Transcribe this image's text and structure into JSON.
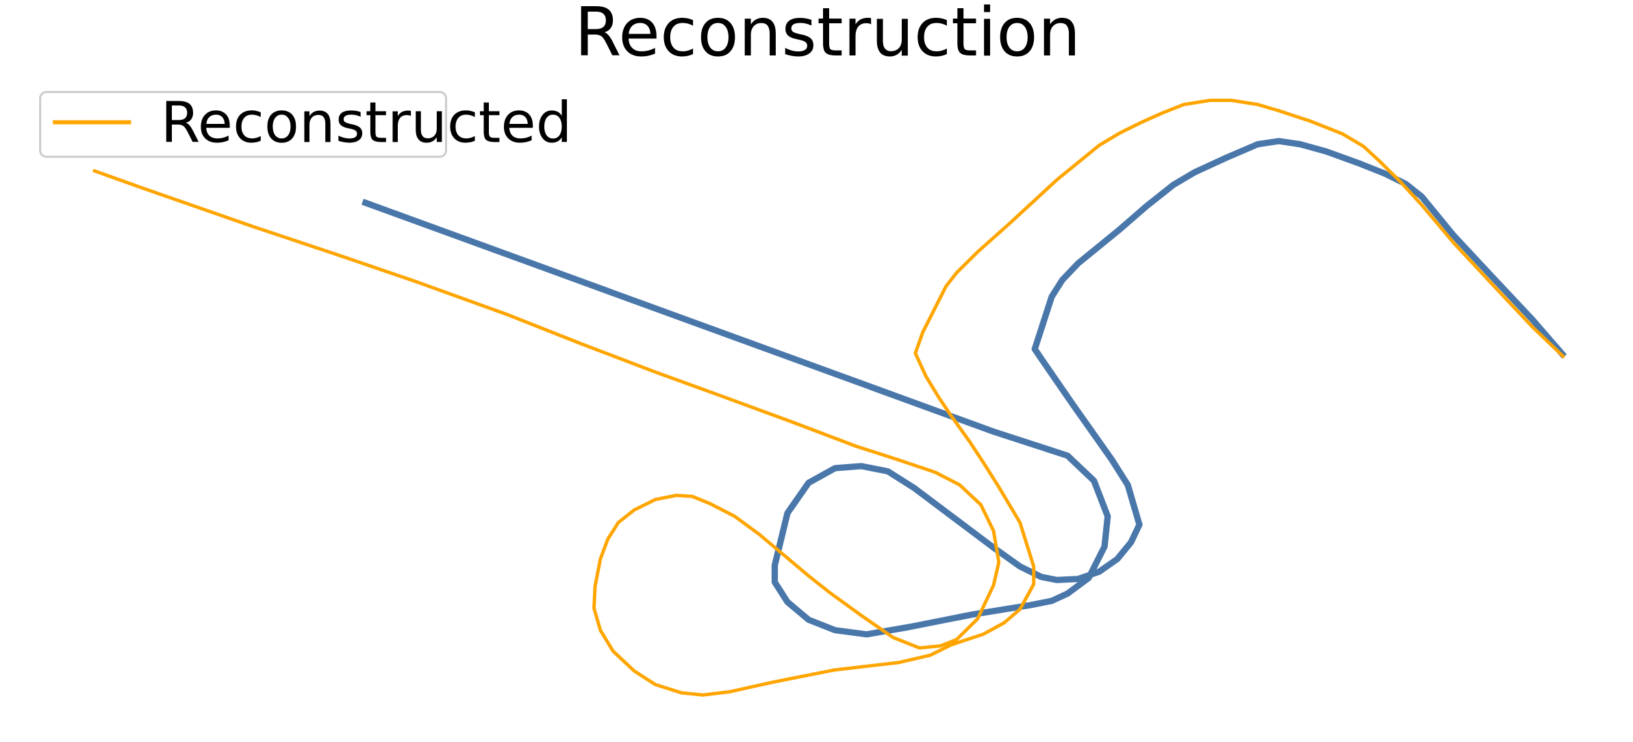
{
  "chart_data": {
    "type": "line",
    "title": "Reconstruction",
    "xlabel": "",
    "ylabel": "",
    "axes_visible": false,
    "grid": false,
    "legend": {
      "placement": "top-left",
      "entries": [
        "Reconstructed"
      ]
    },
    "xlim": [
      0,
      1545
    ],
    "ylim": [
      710,
      0
    ],
    "series": [
      {
        "color": "#4a77aa",
        "points": [
          [
            343,
            193
          ],
          [
            940,
            413
          ],
          [
            1010,
            436
          ],
          [
            1035,
            460
          ],
          [
            1048,
            494
          ],
          [
            1045,
            523
          ],
          [
            1030,
            553
          ],
          [
            1010,
            568
          ],
          [
            995,
            575
          ],
          [
            975,
            579
          ],
          [
            920,
            588
          ],
          [
            860,
            600
          ],
          [
            820,
            607
          ],
          [
            790,
            603
          ],
          [
            765,
            593
          ],
          [
            745,
            576
          ],
          [
            733,
            557
          ],
          [
            733,
            541
          ],
          [
            745,
            491
          ],
          [
            765,
            462
          ],
          [
            790,
            448
          ],
          [
            815,
            446
          ],
          [
            840,
            451
          ],
          [
            865,
            467
          ],
          [
            940,
            524
          ],
          [
            965,
            542
          ],
          [
            985,
            552
          ],
          [
            1000,
            555
          ],
          [
            1020,
            554
          ],
          [
            1040,
            547
          ],
          [
            1057,
            535
          ],
          [
            1070,
            519
          ],
          [
            1078,
            502
          ],
          [
            1067,
            464
          ],
          [
            1052,
            440
          ],
          [
            1015,
            387
          ],
          [
            985,
            343
          ],
          [
            979,
            334
          ],
          [
            995,
            284
          ],
          [
            1005,
            268
          ],
          [
            1020,
            252
          ],
          [
            1060,
            219
          ],
          [
            1085,
            197
          ],
          [
            1110,
            177
          ],
          [
            1130,
            165
          ],
          [
            1160,
            151
          ],
          [
            1190,
            138
          ],
          [
            1210,
            135
          ],
          [
            1230,
            138
          ],
          [
            1255,
            145
          ],
          [
            1285,
            156
          ],
          [
            1310,
            166
          ],
          [
            1330,
            176
          ],
          [
            1345,
            188
          ],
          [
            1375,
            225
          ],
          [
            1410,
            263
          ],
          [
            1450,
            306
          ],
          [
            1480,
            341
          ]
        ]
      },
      {
        "name": "Reconstructed",
        "color": "#ffa500",
        "points": [
          [
            88,
            163
          ],
          [
            135,
            180
          ],
          [
            240,
            217
          ],
          [
            320,
            244
          ],
          [
            395,
            270
          ],
          [
            480,
            301
          ],
          [
            550,
            329
          ],
          [
            620,
            356
          ],
          [
            680,
            378
          ],
          [
            750,
            404
          ],
          [
            810,
            427
          ],
          [
            850,
            440
          ],
          [
            885,
            452
          ],
          [
            908,
            464
          ],
          [
            928,
            483
          ],
          [
            940,
            508
          ],
          [
            945,
            538
          ],
          [
            940,
            560
          ],
          [
            925,
            592
          ],
          [
            905,
            612
          ],
          [
            890,
            618
          ],
          [
            870,
            620
          ],
          [
            845,
            610
          ],
          [
            815,
            589
          ],
          [
            785,
            567
          ],
          [
            765,
            551
          ],
          [
            745,
            534
          ],
          [
            718,
            511
          ],
          [
            695,
            494
          ],
          [
            672,
            482
          ],
          [
            655,
            475
          ],
          [
            640,
            474
          ],
          [
            620,
            478
          ],
          [
            600,
            488
          ],
          [
            585,
            500
          ],
          [
            575,
            516
          ],
          [
            568,
            535
          ],
          [
            563,
            561
          ],
          [
            562,
            582
          ],
          [
            568,
            603
          ],
          [
            580,
            623
          ],
          [
            600,
            642
          ],
          [
            620,
            655
          ],
          [
            645,
            663
          ],
          [
            665,
            665
          ],
          [
            690,
            662
          ],
          [
            730,
            653
          ],
          [
            790,
            641
          ],
          [
            850,
            634
          ],
          [
            880,
            627
          ],
          [
            900,
            617
          ],
          [
            930,
            607
          ],
          [
            950,
            596
          ],
          [
            965,
            583
          ],
          [
            978,
            559
          ],
          [
            978,
            542
          ],
          [
            965,
            500
          ],
          [
            945,
            466
          ],
          [
            930,
            442
          ],
          [
            917,
            422
          ],
          [
            900,
            398
          ],
          [
            888,
            380
          ],
          [
            876,
            360
          ],
          [
            866,
            338
          ],
          [
            873,
            318
          ],
          [
            885,
            294
          ],
          [
            895,
            274
          ],
          [
            905,
            261
          ],
          [
            925,
            241
          ],
          [
            955,
            214
          ],
          [
            1000,
            172
          ],
          [
            1040,
            139
          ],
          [
            1060,
            127
          ],
          [
            1080,
            117
          ],
          [
            1100,
            108
          ],
          [
            1120,
            100
          ],
          [
            1145,
            96
          ],
          [
            1165,
            96
          ],
          [
            1190,
            100
          ],
          [
            1210,
            106
          ],
          [
            1240,
            116
          ],
          [
            1270,
            128
          ],
          [
            1290,
            140
          ],
          [
            1305,
            154
          ],
          [
            1325,
            174
          ],
          [
            1345,
            196
          ],
          [
            1375,
            232
          ],
          [
            1410,
            270
          ],
          [
            1450,
            313
          ],
          [
            1480,
            342
          ]
        ]
      }
    ]
  }
}
